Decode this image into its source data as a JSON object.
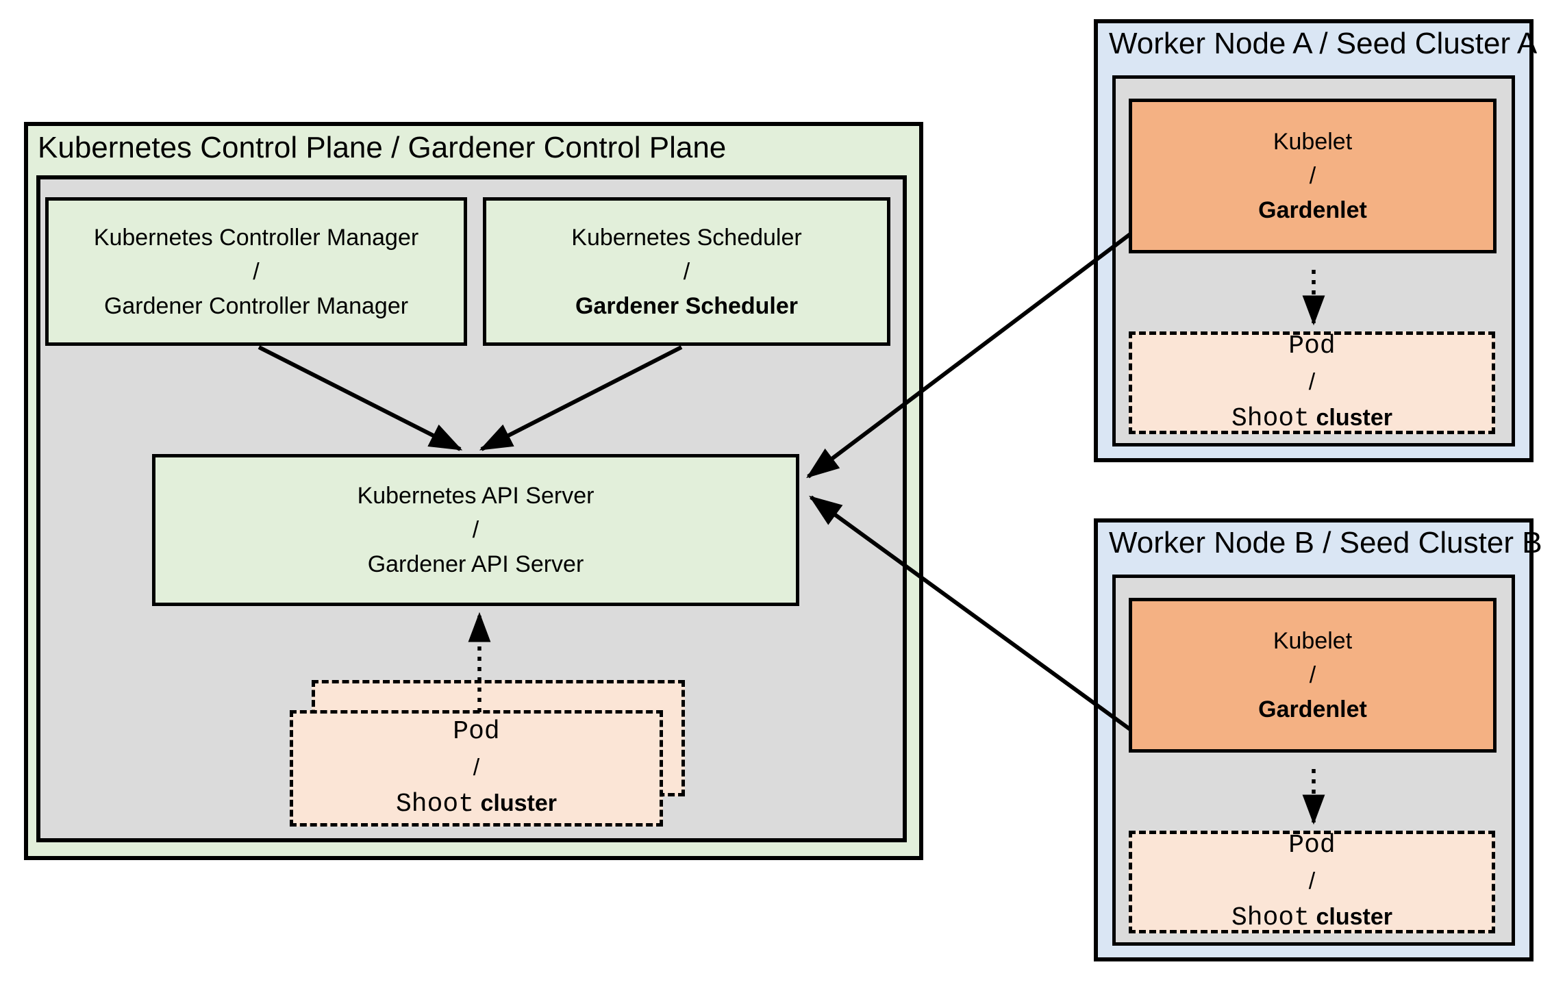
{
  "colors": {
    "green_fill": "#e2efda",
    "gray_fill": "#dbdbdb",
    "blue_fill": "#dae6f4",
    "orange_fill": "#f4b183",
    "peach_fill": "#fbe5d6",
    "border": "#000000"
  },
  "control_plane": {
    "title": "Kubernetes Control Plane / Gardener Control Plane",
    "controller_manager": {
      "top": "Kubernetes Controller Manager",
      "separator": "/",
      "bottom": "Gardener Controller Manager"
    },
    "scheduler": {
      "top": "Kubernetes Scheduler",
      "separator": "/",
      "bottom": "Gardener Scheduler"
    },
    "api_server": {
      "top": "Kubernetes API Server",
      "separator": "/",
      "bottom": "Gardener API Server"
    },
    "pod_stack": {
      "top": "Pod",
      "separator": "/",
      "bottom_mono": "Shoot",
      "bottom_sans": "cluster"
    }
  },
  "worker_node_a": {
    "title": "Worker Node A / Seed Cluster A",
    "kubelet": {
      "top": "Kubelet",
      "separator": "/",
      "bottom": "Gardenlet"
    },
    "pod": {
      "top": "Pod",
      "separator": "/",
      "bottom_mono": "Shoot",
      "bottom_sans": "cluster"
    }
  },
  "worker_node_b": {
    "title": "Worker Node B / Seed Cluster B",
    "kubelet": {
      "top": "Kubelet",
      "separator": "/",
      "bottom": "Gardenlet"
    },
    "pod": {
      "top": "Pod",
      "separator": "/",
      "bottom_mono": "Shoot",
      "bottom_sans": "cluster"
    }
  }
}
